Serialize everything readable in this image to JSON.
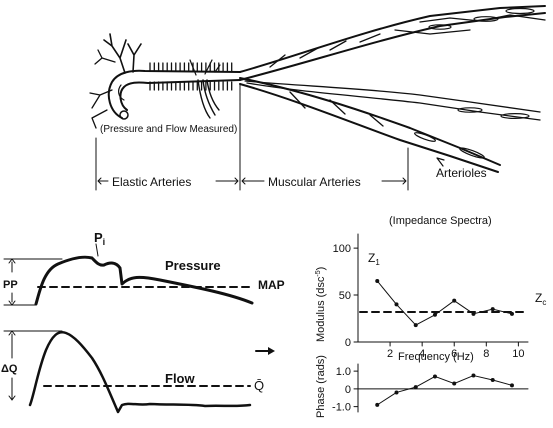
{
  "anatomy": {
    "measured_label": "(Pressure and Flow Measured)",
    "elastic_label": "Elastic Arteries",
    "muscular_label": "Muscular Arteries",
    "arterioles_label": "Arterioles"
  },
  "pressure_panel": {
    "pp_label": "PP",
    "pi_label": "P",
    "pi_subscript": "i",
    "wave_label": "Pressure",
    "map_label": "MAP"
  },
  "flow_panel": {
    "dq_label": "ΔQ",
    "wave_label": "Flow",
    "mean_label": "Q̄"
  },
  "arrow_icon": "right-arrow-icon",
  "impedance": {
    "title": "(Impedance Spectra)",
    "modulus_ylabel": "Modulus (dsc",
    "modulus_ylabel_sup": "-5",
    "modulus_ylabel_end": ")",
    "phase_ylabel": "Phase (rads)",
    "xlabel": "Frequency (Hz)",
    "z1_label": "Z",
    "z1_sub": "1",
    "zc_label": "Z",
    "zc_sub": "c"
  },
  "chart_data": [
    {
      "type": "line",
      "xlabel": "Frequency (Hz)",
      "ylabel": "Modulus (dsc-5)",
      "xlim": [
        0,
        10.6
      ],
      "ylim": [
        0,
        115
      ],
      "xticks": [
        "2",
        "4",
        "6",
        "8",
        "10"
      ],
      "yticks": [
        "100",
        "50",
        "0"
      ],
      "grid": false,
      "series": [
        {
          "x": [
            1.2,
            2.4,
            3.6,
            4.8,
            6.0,
            7.2,
            8.4,
            9.6
          ],
          "values": [
            65,
            40,
            18,
            29,
            44,
            30,
            35,
            30
          ]
        }
      ],
      "reference_line": {
        "label": "Zc",
        "value": 32,
        "style": "dashed"
      }
    },
    {
      "type": "line",
      "xlabel": "Frequency (Hz)",
      "ylabel": "Phase (rads)",
      "xlim": [
        0,
        10.6
      ],
      "ylim": [
        -1.3,
        1.4
      ],
      "yticks": [
        "1.0",
        "0",
        "-1.0"
      ],
      "grid": false,
      "series": [
        {
          "x": [
            1.2,
            2.4,
            3.6,
            4.8,
            6.0,
            7.2,
            8.4,
            9.6
          ],
          "values": [
            -0.9,
            -0.2,
            0.1,
            0.7,
            0.3,
            0.75,
            0.5,
            0.2
          ]
        }
      ],
      "reference_line": {
        "value": 0,
        "style": "solid"
      }
    }
  ]
}
